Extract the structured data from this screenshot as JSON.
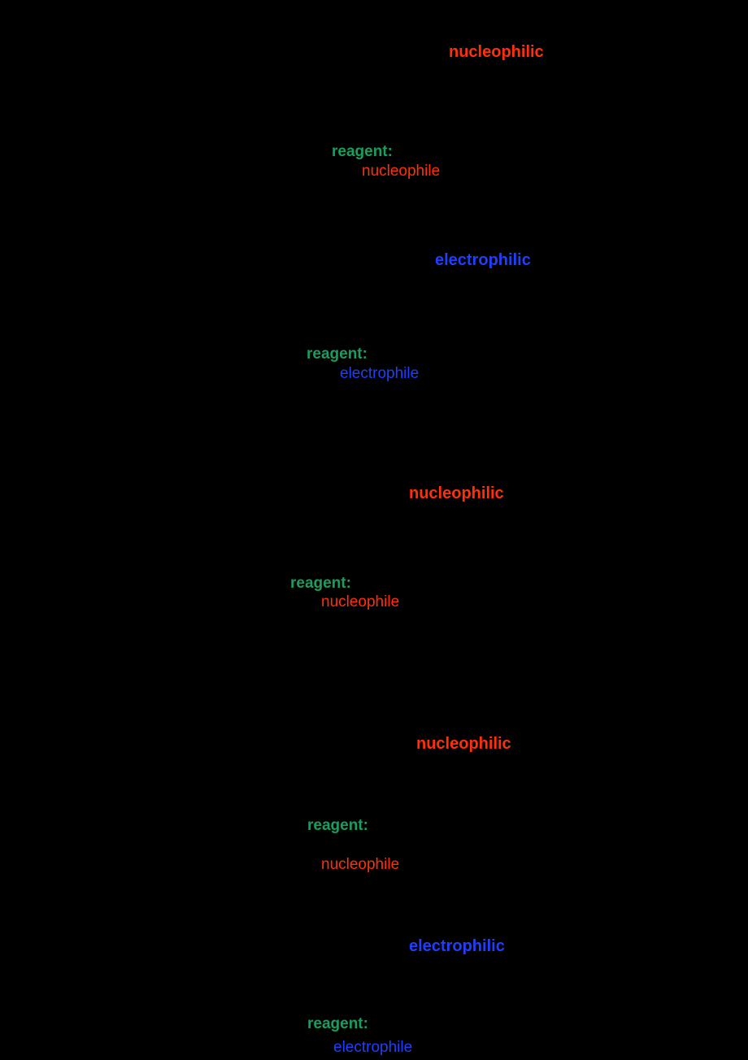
{
  "figure": {
    "description_colors": {
      "nucleophilic_red": "#ff3008",
      "electrophilic_blue": "#1f3fff",
      "reagent_green": "#1a9e5f",
      "background": "#000000"
    },
    "sections": [
      {
        "heading": "nucleophilic",
        "reagent_label": "reagent:",
        "species": "nucleophile"
      },
      {
        "heading": "electrophilic",
        "reagent_label": "reagent:",
        "species": "electrophile"
      },
      {
        "heading": "nucleophilic",
        "reagent_label": "reagent:",
        "species": "nucleophile"
      },
      {
        "heading": "nucleophilic",
        "reagent_label": "reagent:",
        "species": "nucleophile"
      },
      {
        "heading": "electrophilic",
        "reagent_label": "reagent:",
        "species": "electrophile"
      }
    ]
  }
}
